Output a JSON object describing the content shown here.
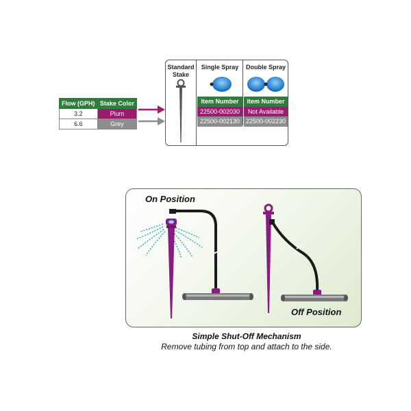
{
  "left_table": {
    "headers": [
      "Flow (GPH)",
      "Stake Color"
    ],
    "rows": [
      {
        "flow": "3.2",
        "color": "Plum"
      },
      {
        "flow": "6.6",
        "color": "Grey"
      }
    ]
  },
  "right_table": {
    "columns": [
      {
        "header": "Standard Stake"
      },
      {
        "header": "Single Spray"
      },
      {
        "header": "Double Spray"
      }
    ],
    "item_header": "Item Number",
    "rows": [
      {
        "single": "22500-002030",
        "double": "Not Available"
      },
      {
        "single": "22500-002130",
        "double": "22500-002230"
      }
    ]
  },
  "diagram": {
    "on_label": "On Position",
    "off_label": "Off Position",
    "caption_title": "Simple Shut-Off Mechanism",
    "caption_text": "Remove tubing from top and attach to the side."
  },
  "colors": {
    "green": "#2f7d3a",
    "plum": "#9b1c6e",
    "grey": "#8d8d8d",
    "spray_blue": "#1e88e5"
  }
}
